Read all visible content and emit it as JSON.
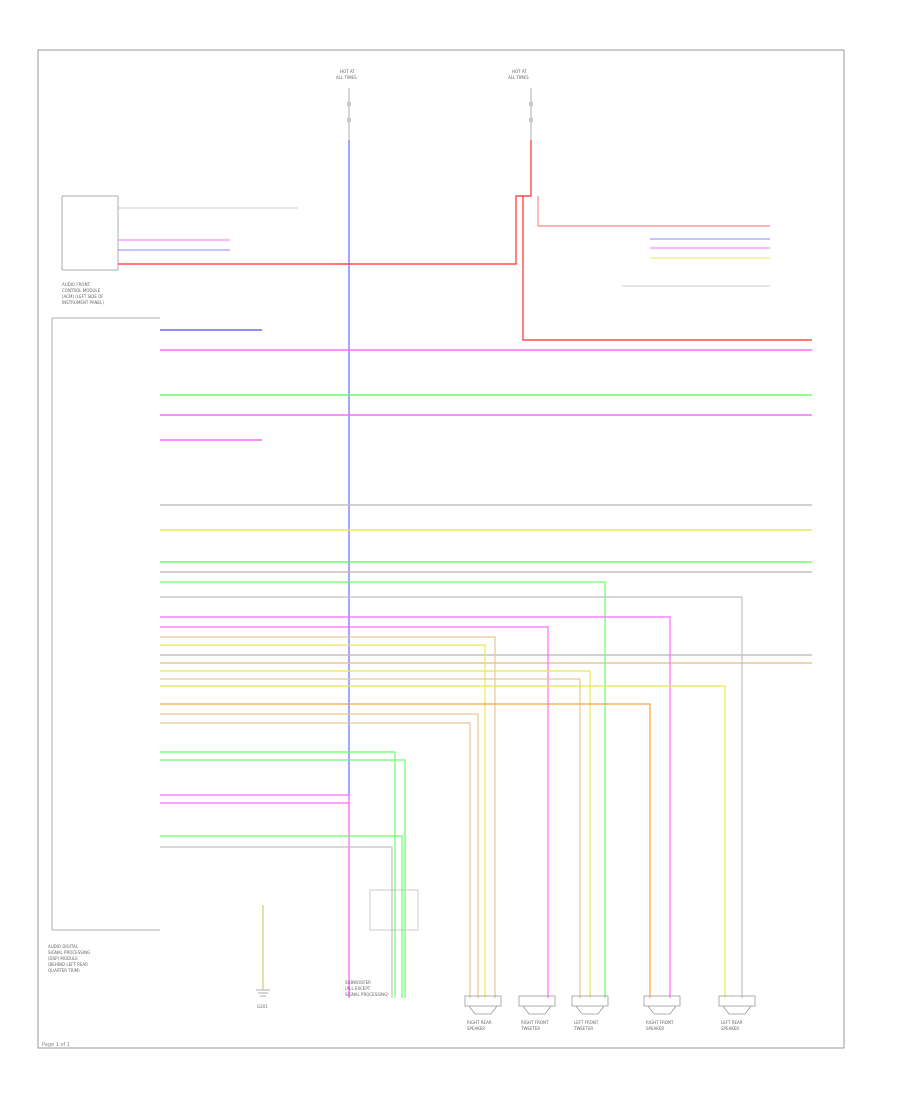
{
  "diagram": {
    "footer": "Page 1 of 1",
    "colors": {
      "frame": "#9a9a9a",
      "red": "#ff4a4a",
      "blue": "#6a6aff",
      "violet": "#ff6aff",
      "green": "#6aff6a",
      "yellow": "#e8e850",
      "tan": "#e6c896",
      "orange": "#ffa040",
      "gray": "#c0c0c0"
    },
    "fuse_labels": {
      "left": [
        "HOT AT",
        "ALL TIMES"
      ],
      "right": [
        "HOT AT",
        "ALL TIMES"
      ]
    },
    "component_labels": {
      "audio_module": [
        "AUDIO FRONT",
        "CONTROL MODULE",
        "(ACM) (LEFT SIDE OF",
        "INSTRUMENT PANEL)"
      ],
      "amp": [
        "AUDIO DIGITAL",
        "SIGNAL PROCESSING",
        "(DSP) MODULE",
        "(BEHIND LEFT REAR",
        "QUARTER TRIM)"
      ],
      "ground": [
        "G201"
      ],
      "sub_connector": [
        "SUBWOOFER",
        "(ALL EXCEPT",
        "SIGNAL PROCESSING)"
      ],
      "speakers": [
        [
          "RIGHT REAR",
          "SPEAKER"
        ],
        [
          "RIGHT FRONT",
          "TWEETER"
        ],
        [
          "LEFT FRONT",
          "TWEETER"
        ],
        [
          "RIGHT FRONT",
          "SPEAKER"
        ],
        [
          "LEFT REAR",
          "SPEAKER"
        ]
      ]
    }
  }
}
